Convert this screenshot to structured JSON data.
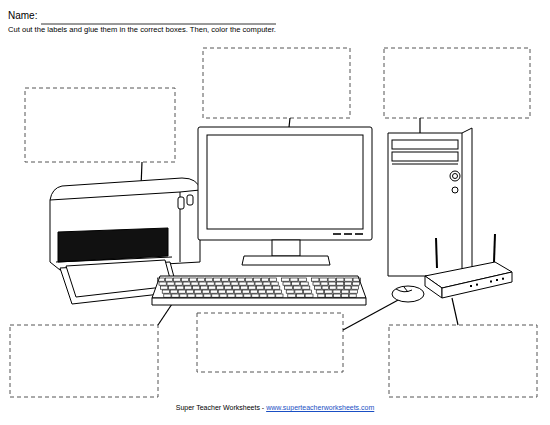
{
  "diagram": {
    "labels": [
      "Name:",
      "Cut out the labels and glue them in the correct boxes. Then, color the computer.",
      "Super Teacher Worksheets - ",
      "www.superteacherworksheets.com"
    ]
  }
}
